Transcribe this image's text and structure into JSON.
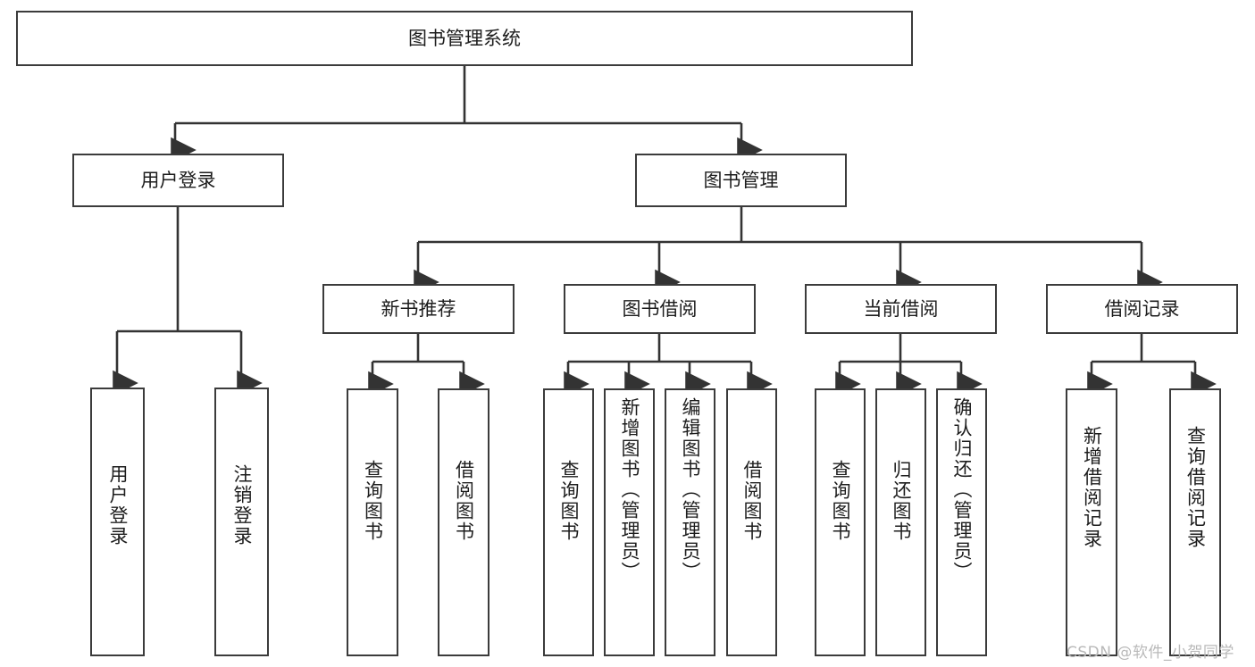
{
  "diagram": {
    "title": "图书管理系统",
    "type": "tree-hierarchy-chart",
    "watermark": "CSDN @软件_小贺同学",
    "colors": {
      "box_border": "#3b3b3b",
      "box_fill": "#ffffff",
      "connector": "#333333",
      "text": "#1d1d1d",
      "watermark": "#b9b9b9",
      "background": "#ffffff"
    },
    "root": {
      "label": "图书管理系统"
    },
    "level1": [
      {
        "label": "用户登录"
      },
      {
        "label": "图书管理"
      }
    ],
    "level2": [
      {
        "label": "新书推荐"
      },
      {
        "label": "图书借阅"
      },
      {
        "label": "当前借阅"
      },
      {
        "label": "借阅记录"
      }
    ],
    "leaves": {
      "user_login": [
        {
          "label": "用户登录"
        },
        {
          "label": "注销登录"
        }
      ],
      "new_book_recommend": [
        {
          "label": "查询图书"
        },
        {
          "label": "借阅图书"
        }
      ],
      "book_borrow": [
        {
          "label": "查询图书"
        },
        {
          "label": "新增图书（管理员）"
        },
        {
          "label": "编辑图书（管理员）"
        },
        {
          "label": "借阅图书"
        }
      ],
      "current_borrow": [
        {
          "label": "查询图书"
        },
        {
          "label": "归还图书"
        },
        {
          "label": "确认归还（管理员）"
        }
      ],
      "borrow_records": [
        {
          "label": "新增借阅记录"
        },
        {
          "label": "查询借阅记录"
        }
      ]
    }
  }
}
